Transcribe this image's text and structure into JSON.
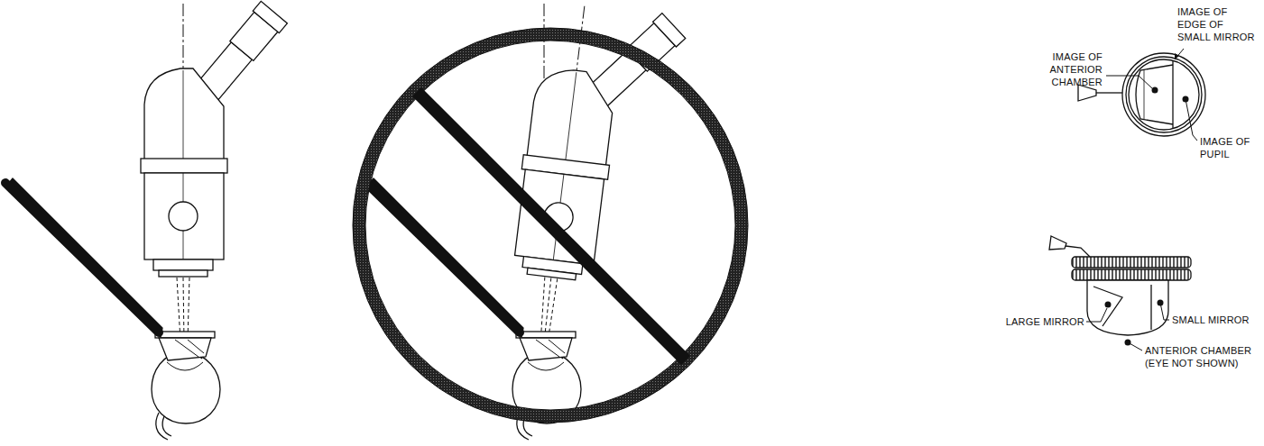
{
  "diagram": {
    "labels": [
      "IMAGE OF ANTERIOR CHAMBER",
      "IMAGE OF EDGE OF SMALL MIRROR",
      "IMAGE OF PUPIL",
      "LARGE MIRROR",
      "SMALL MIRROR",
      "ANTERIOR CHAMBER (EYE NOT SHOWN)"
    ]
  }
}
